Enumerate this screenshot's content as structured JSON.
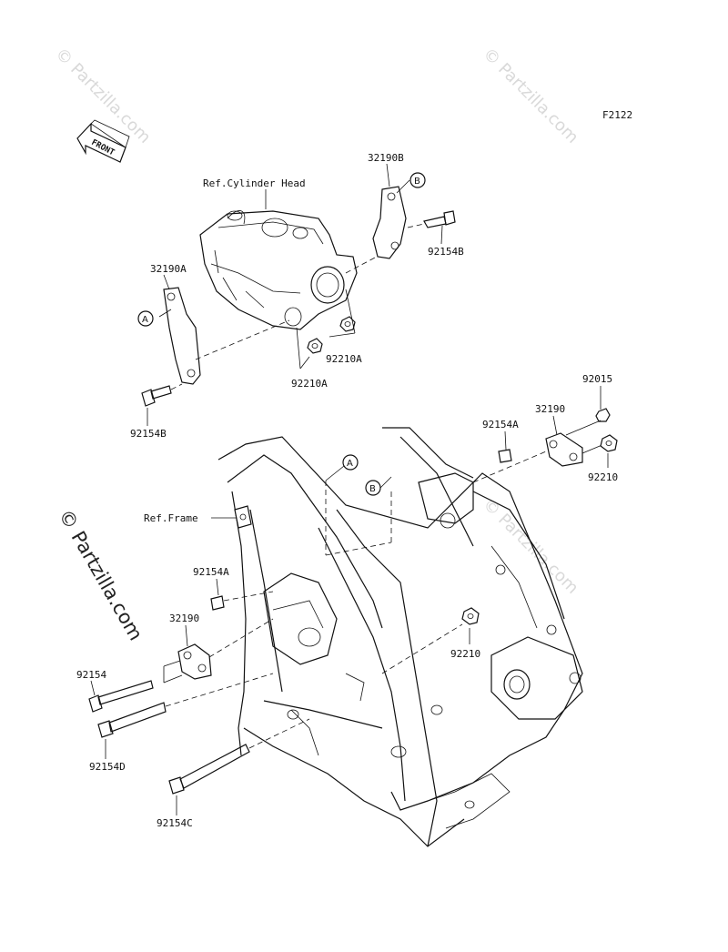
{
  "figure_code": "F2122",
  "front_arrow": "FRONT",
  "ref_labels": {
    "cylinder_head": "Ref.Cylinder Head",
    "frame": "Ref.Frame"
  },
  "callouts": {
    "a": "A",
    "b": "B"
  },
  "parts": {
    "p32190b": "32190B",
    "p92154b_top": "92154B",
    "p32190a": "32190A",
    "p92210a_right": "92210A",
    "p92210a_left": "92210A",
    "p92154b_left": "92154B",
    "p92015": "92015",
    "p92154a_top": "92154A",
    "p32190_top": "32190",
    "p92210_top": "92210",
    "p92154a_mid": "92154A",
    "p32190_left": "32190",
    "p92210_mid": "92210",
    "p92154": "92154",
    "p92154d": "92154D",
    "p92154c": "92154C"
  },
  "watermarks": {
    "top_left": "© Partzilla.com",
    "top_right": "© Partzilla.com",
    "mid_left": "© Partzilla.com",
    "mid_right": "© Partzilla.com"
  }
}
